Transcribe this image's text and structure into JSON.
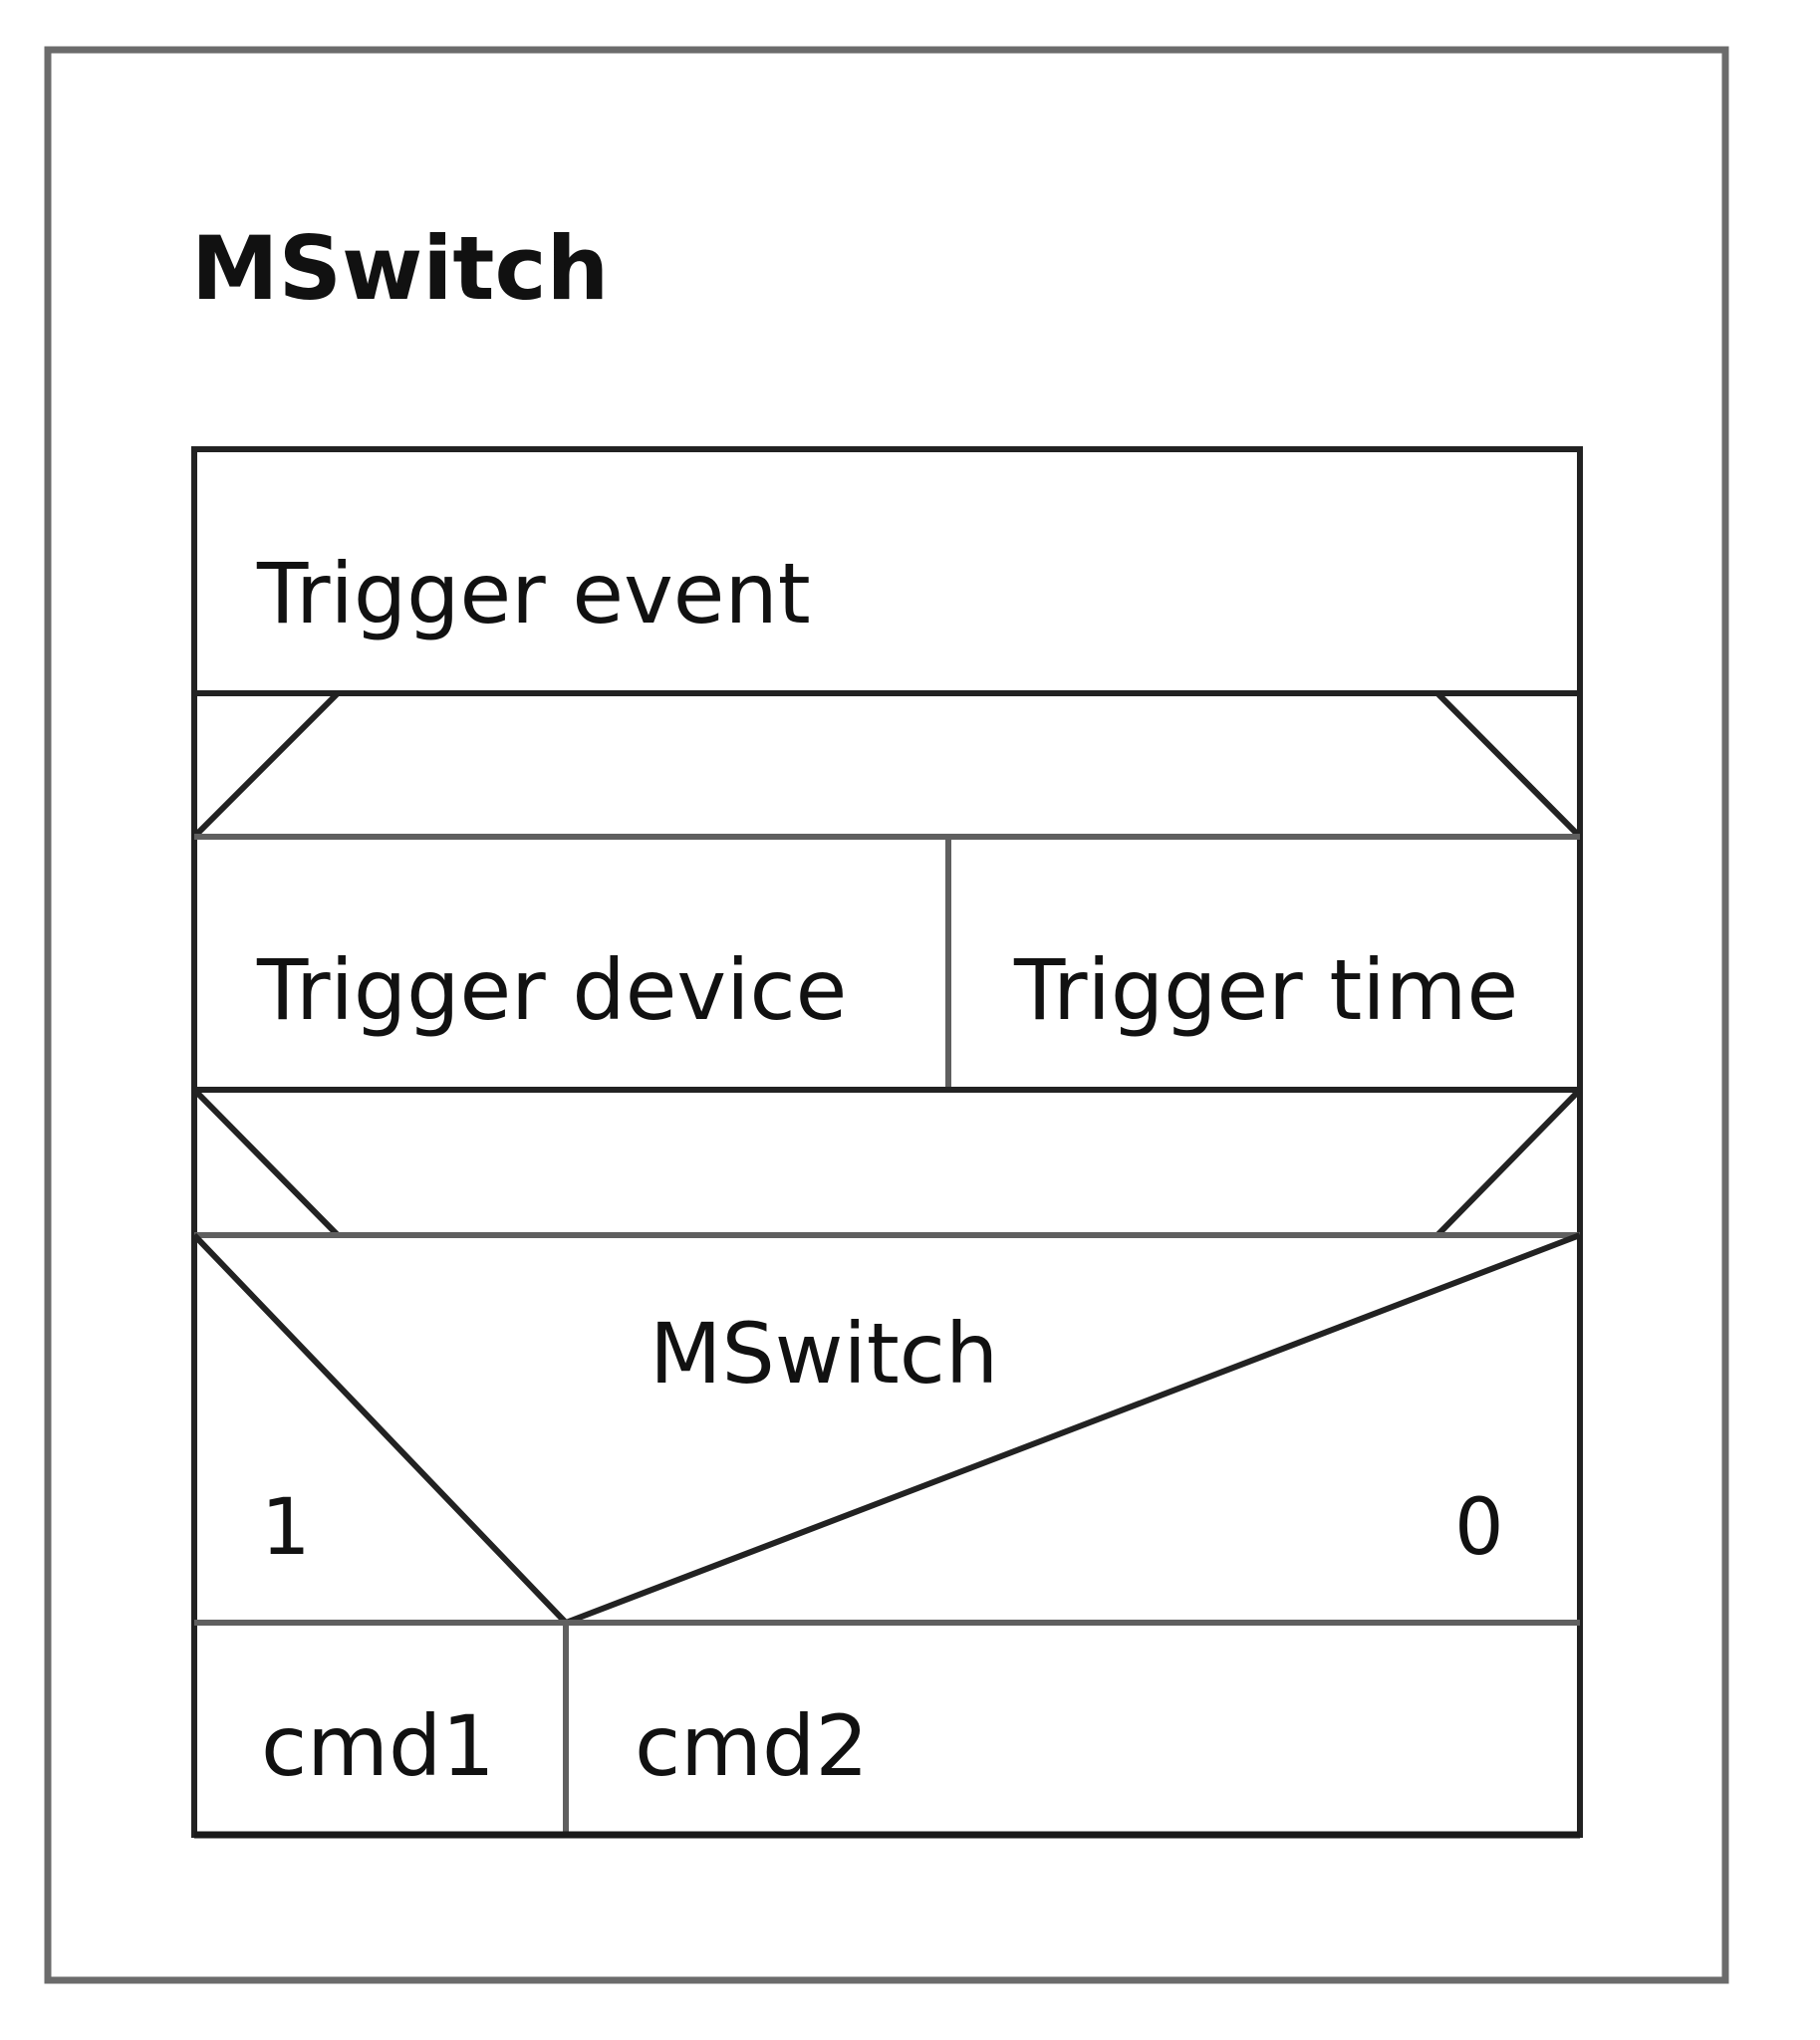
{
  "title": "MSwitch",
  "blocks": {
    "trigger_event": "Trigger event",
    "trigger_device": "Trigger device",
    "trigger_time": "Trigger time"
  },
  "decision": {
    "label": "MSwitch",
    "true_branch": "1",
    "false_branch": "0"
  },
  "commands": {
    "left": "cmd1",
    "right": "cmd2"
  }
}
